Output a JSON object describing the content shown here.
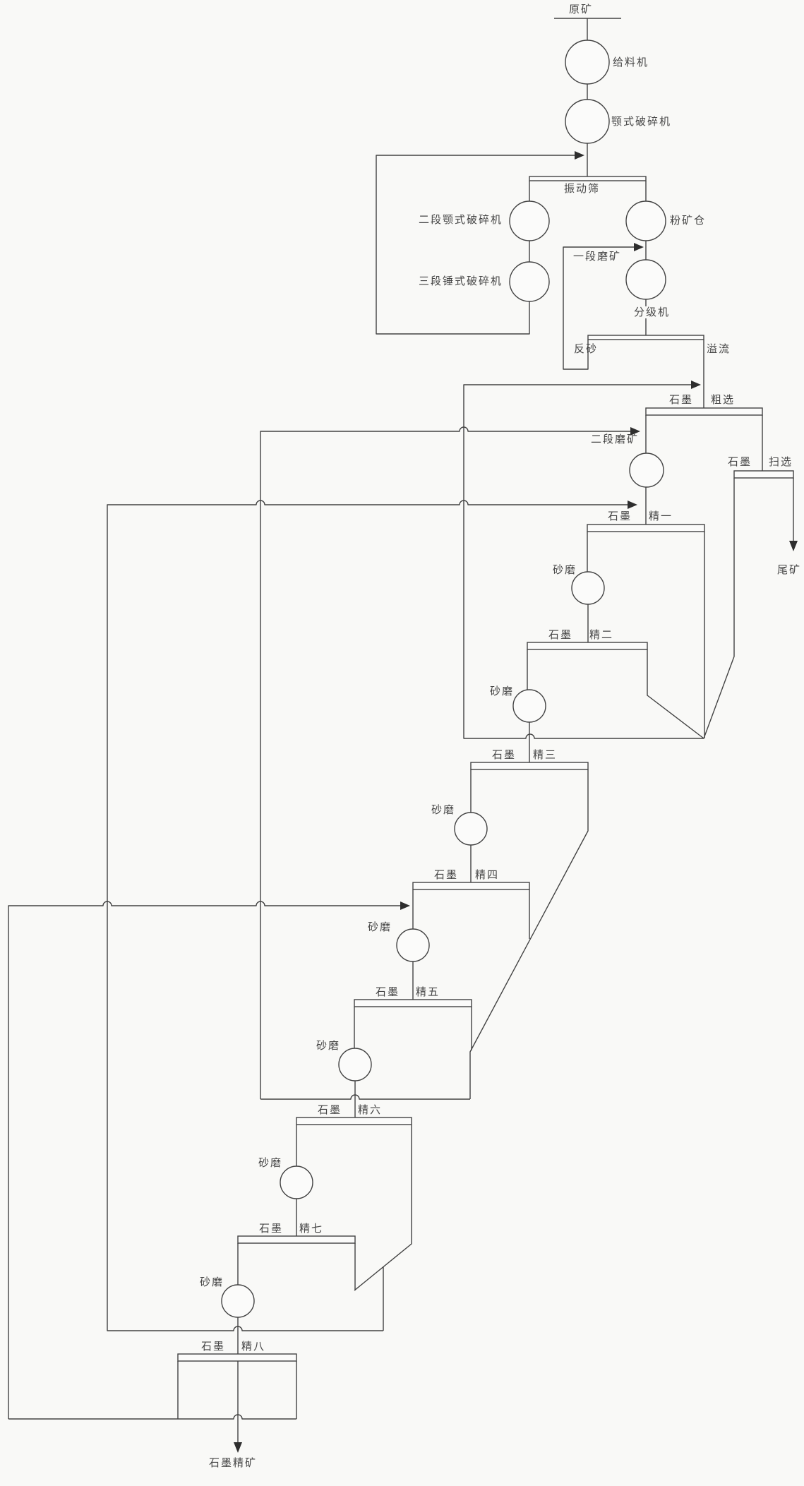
{
  "page": {
    "background": "#f9f9f7",
    "line_color": "#424242",
    "text_color": "#454545"
  },
  "labels": {
    "raw_ore": "原矿",
    "feeder": "给料机",
    "jaw_crusher": "颚式破碎机",
    "vibrating_screen": "振动筛",
    "secondary_jaw_crusher": "二段颚式破碎机",
    "tertiary_hammer_crusher": "三段锤式破碎机",
    "fine_ore_bin": "粉矿仓",
    "primary_grinding": "一段磨矿",
    "classifier": "分级机",
    "return_sand": "反砂",
    "overflow": "溢流",
    "graphite": "石墨",
    "roughing": "粗选",
    "scavenging": "扫选",
    "tailings": "尾矿",
    "secondary_grinding": "二段磨矿",
    "sand_mill": "砂磨",
    "cleaner_1": "精一",
    "cleaner_2": "精二",
    "cleaner_3": "精三",
    "cleaner_4": "精四",
    "cleaner_5": "精五",
    "cleaner_6": "精六",
    "cleaner_7": "精七",
    "cleaner_8": "精八",
    "graphite_concentrate": "石墨精矿"
  },
  "process_stages": [
    "原矿",
    "给料机",
    "颚式破碎机",
    "振动筛",
    "二段颚式破碎机",
    "三段锤式破碎机",
    "粉矿仓",
    "一段磨矿",
    "分级机",
    "反砂",
    "溢流",
    "石墨粗选",
    "石墨扫选",
    "尾矿",
    "二段磨矿",
    "石墨精一",
    "石墨精二",
    "石墨精三",
    "石墨精四",
    "石墨精五",
    "石墨精六",
    "石墨精七",
    "石墨精八",
    "砂磨",
    "石墨精矿"
  ]
}
